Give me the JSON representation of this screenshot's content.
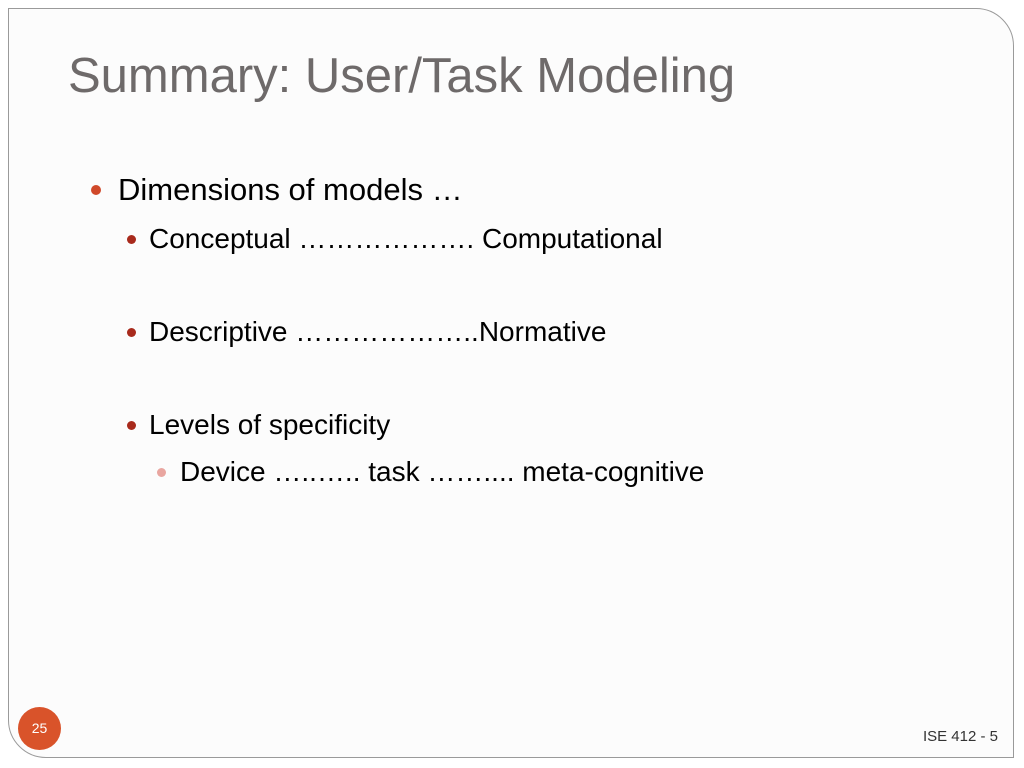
{
  "slide": {
    "title": "Summary: User/Task Modeling",
    "bullets": [
      {
        "level": 1,
        "text": "Dimensions of models …"
      },
      {
        "level": 2,
        "text": "Conceptual ………………. Computational"
      },
      {
        "level": 2,
        "text": "Descriptive ………………..Normative"
      },
      {
        "level": 2,
        "text": "Levels of specificity"
      },
      {
        "level": 3,
        "text": "Device …..….. task …….... meta-cognitive"
      }
    ],
    "page_number": "25",
    "footer": "ISE 412 - 5"
  },
  "colors": {
    "title": "#6e6a6a",
    "bullet_level1": "#d0492a",
    "bullet_level2": "#a82a1c",
    "bullet_level3": "#e9a6a0",
    "page_number_badge": "#d9532a",
    "frame_border": "#9a9a9a"
  }
}
